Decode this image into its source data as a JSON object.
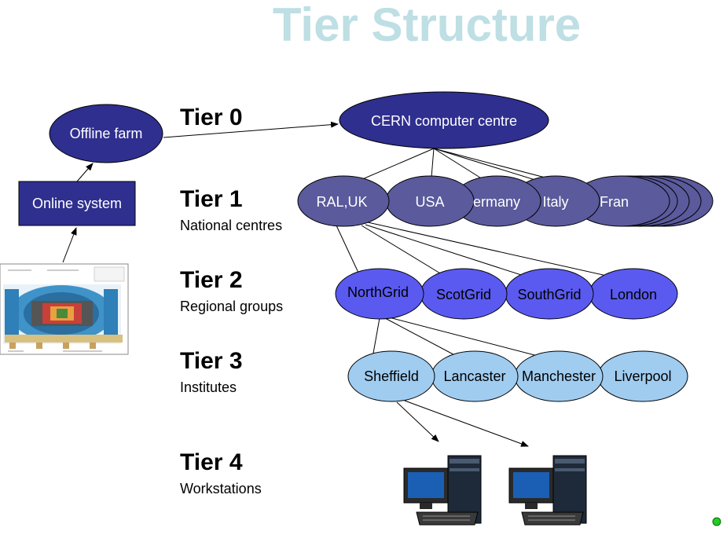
{
  "title": "Tier Structure",
  "colors": {
    "title": "#bedfe4",
    "tier0": "#2f2f8f",
    "tier1": "#5a5a9c",
    "tier2": "#5a5af0",
    "tier3": "#a0ccf0",
    "online_box": "#2f2f8f",
    "status_dot": "#22cc22"
  },
  "tiers": [
    {
      "label": "Tier 0",
      "sublabel": ""
    },
    {
      "label": "Tier 1",
      "sublabel": "National centres"
    },
    {
      "label": "Tier 2",
      "sublabel": "Regional groups"
    },
    {
      "label": "Tier 3",
      "sublabel": "Institutes"
    },
    {
      "label": "Tier 4",
      "sublabel": "Workstations"
    }
  ],
  "left_column": {
    "offline_farm": "Offline farm",
    "online_system": "Online system",
    "detector_icon": "detector-icon"
  },
  "tier0": {
    "cern": "CERN computer centre"
  },
  "tier1": {
    "ral": "RAL,UK",
    "usa": "USA",
    "germany": "ermany",
    "italy": "Italy",
    "france": "France"
  },
  "tier2": [
    "NorthGrid",
    "ScotGrid",
    "SouthGrid",
    "London"
  ],
  "tier3": [
    "Sheffield",
    "Lancaster",
    "Manchester",
    "Liverpool"
  ],
  "tier4": {
    "workstation_icon": "workstation-icon"
  }
}
